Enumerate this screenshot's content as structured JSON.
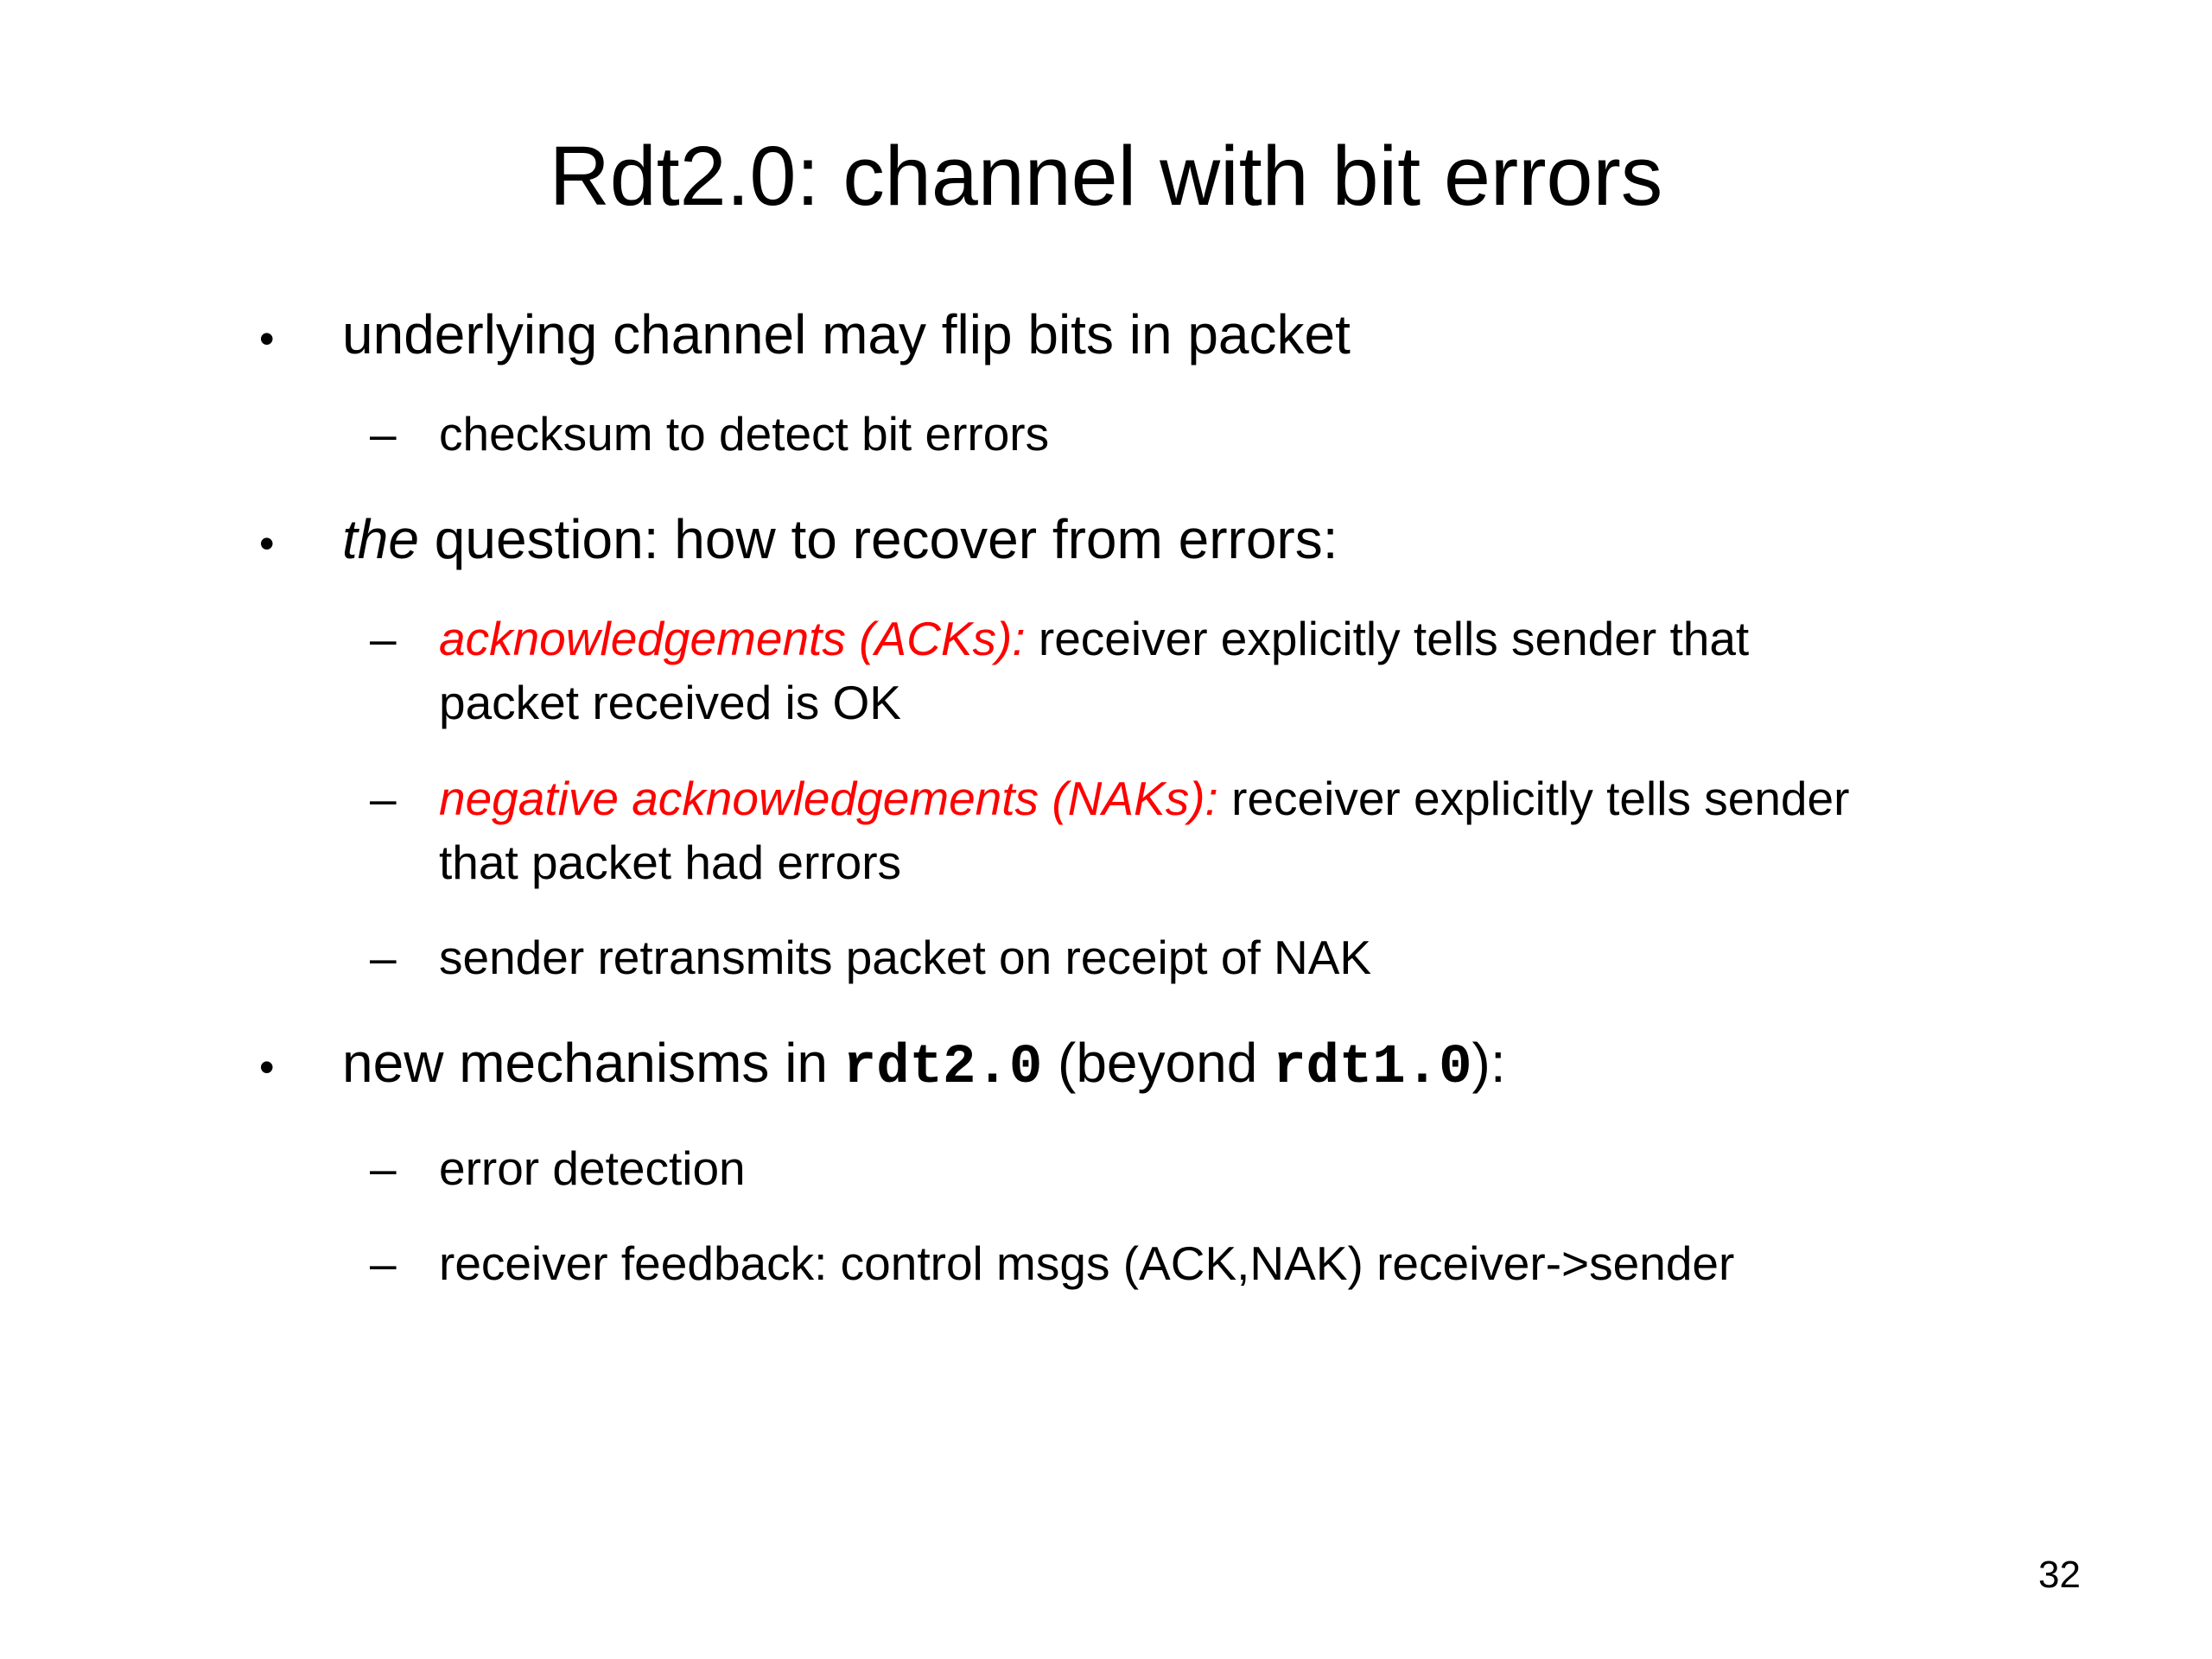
{
  "icons": {
    "bullet": "•",
    "dash": "–"
  },
  "slide": {
    "title": "Rdt2.0: channel with bit errors",
    "page_number": "32",
    "colors": {
      "background": "#ffffff",
      "text": "#000000",
      "accent_red": "#ff0000"
    },
    "bullets": {
      "b1": {
        "text": "underlying channel may flip bits in packet",
        "sub1": "checksum to detect bit errors"
      },
      "b2": {
        "lead_italic": "the",
        "rest": " question: how to recover from errors:",
        "sub1_red": "acknowledgements (ACKs):",
        "sub1_rest": " receiver explicitly tells sender that",
        "sub1_line2": "packet received is OK",
        "sub2_red": "negative acknowledgements (NAKs):",
        "sub2_rest": " receiver explicitly tells sender",
        "sub2_line2": "that packet had errors",
        "sub3": "sender retransmits packet on receipt of NAK"
      },
      "b3": {
        "part1": "new mechanisms in ",
        "code1": "rdt2.0",
        "part2": " (beyond ",
        "code2": "rdt1.0",
        "part3": "):",
        "sub1": "error detection",
        "sub2": "receiver feedback: control msgs (ACK,NAK) receiver->sender"
      }
    }
  }
}
